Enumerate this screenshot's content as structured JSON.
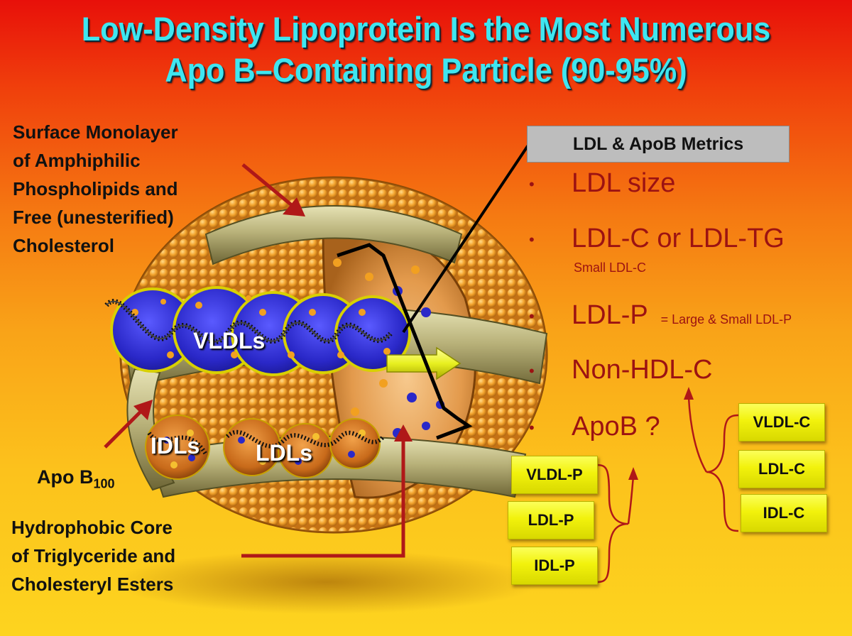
{
  "slide": {
    "title_line1": "Low-Density Lipoprotein Is the Most Numerous",
    "title_line2": "Apo B–Containing Particle (90-95%)"
  },
  "labels": {
    "surface": [
      "Surface Monolayer",
      "of Amphiphilic",
      "Phospholipids and",
      "Free (unesterified)",
      "Cholesterol"
    ],
    "apob_main": "Apo B",
    "apob_sub": "100",
    "core": [
      "Hydrophobic Core",
      "of Triglyceride and",
      "Cholesteryl Esters"
    ],
    "vldls": "VLDLs",
    "idls": "IDLs",
    "ldls": "LDLs"
  },
  "metrics": {
    "box_title": "LDL & ApoB Metrics",
    "bullet_char": "•",
    "items": [
      {
        "label": "LDL size",
        "sub": ""
      },
      {
        "label": "LDL-C or LDL-TG",
        "sub": "Small  LDL-C"
      },
      {
        "label": "LDL-P",
        "sub": "=  Large & Small LDL-P"
      },
      {
        "label": "Non-HDL-C",
        "sub": ""
      },
      {
        "label": "ApoB ?",
        "sub": ""
      }
    ]
  },
  "particle_boxes": [
    "VLDL-P",
    "LDL-P",
    "IDL-P"
  ],
  "cholesterol_boxes": [
    "VLDL-C",
    "LDL-C",
    "IDL-C"
  ],
  "colors": {
    "title": "#3fe6f0",
    "metric_text": "#9c1212",
    "arrow": "#b01818",
    "box_yellow": "#f2f20c",
    "metrics_box": "#bdbdbd"
  }
}
